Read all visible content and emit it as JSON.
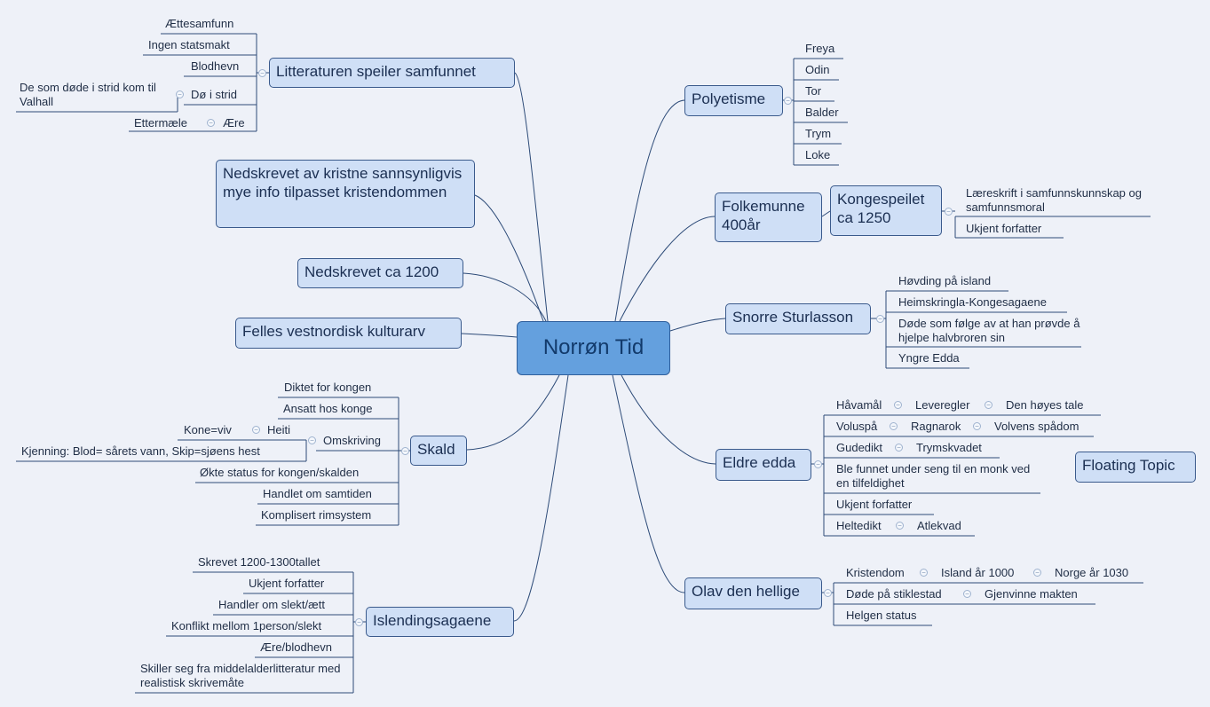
{
  "central": "Norrøn Tid",
  "floating": "Floating Topic",
  "left": {
    "litteraturen": {
      "label": "Litteraturen speiler samfunnet",
      "items": [
        "Ættesamfunn",
        "Ingen statsmakt",
        "Blodhevn",
        "Dø i strid",
        "Ære"
      ],
      "valhall": "De som døde i strid kom til Valhall",
      "ettermaele": "Ettermæle"
    },
    "nedskrevet_kristne": "Nedskrevet av kristne sannsynligvis mye info tilpasset kristendommen",
    "nedskrevet_1200": "Nedskrevet ca 1200",
    "felles": "Felles vestnordisk kulturarv",
    "skald": {
      "label": "Skald",
      "items": [
        "Diktet for kongen",
        "Ansatt hos konge",
        "Omskriving",
        "Økte status for kongen/skalden",
        "Handlet om samtiden",
        "Komplisert rimsystem"
      ],
      "kone": "Kone=viv",
      "heiti": "Heiti",
      "kjenning": "Kjenning: Blod= sårets vann, Skip=sjøens hest"
    },
    "islendingsagaene": {
      "label": "Islendingsagaene",
      "items": [
        "Skrevet 1200-1300tallet",
        "Ukjent forfatter",
        "Handler om slekt/ætt",
        "Konflikt mellom 1person/slekt",
        "Ære/blodhevn",
        "Skiller seg fra middelalderlitteratur med realistisk skrivemåte"
      ]
    }
  },
  "right": {
    "polyteisme": {
      "label": "Polyetisme",
      "items": [
        "Freya",
        "Odin",
        "Tor",
        "Balder",
        "Trym",
        "Loke"
      ]
    },
    "folkemunne": {
      "label": "Folkemunne 400år",
      "kongespeilet": "Kongespeilet ca 1250",
      "items": [
        "Læreskrift i samfunnskunnskap og samfunnsmoral",
        "Ukjent forfatter"
      ]
    },
    "snorre": {
      "label": "Snorre Sturlasson",
      "items": [
        "Høvding på island",
        "Heimskringla-Kongesagaene",
        "Døde som følge av at han prøvde å hjelpe halvbroren sin",
        "Yngre Edda"
      ]
    },
    "eldre_edda": {
      "label": "Eldre edda",
      "havamal": "Håvamål",
      "leveregler": "Leveregler",
      "hoye_tale": "Den høyes tale",
      "voluspa": "Voluspå",
      "ragnarok": "Ragnarok",
      "volvens": "Volvens spådom",
      "gudedikt": "Gudedikt",
      "trymskvadet": "Trymskvadet",
      "funnet": "Ble funnet under seng til en monk ved en tilfeldighet",
      "ukjent": "Ukjent forfatter",
      "heltedikt": "Heltedikt",
      "atlekvad": "Atlekvad"
    },
    "olav": {
      "label": "Olav den hellige",
      "kristendom": "Kristendom",
      "island1000": "Island år 1000",
      "norge1030": "Norge år 1030",
      "dode": "Døde på stiklestad",
      "gjenvinne": "Gjenvinne makten",
      "helgen": "Helgen status"
    }
  }
}
